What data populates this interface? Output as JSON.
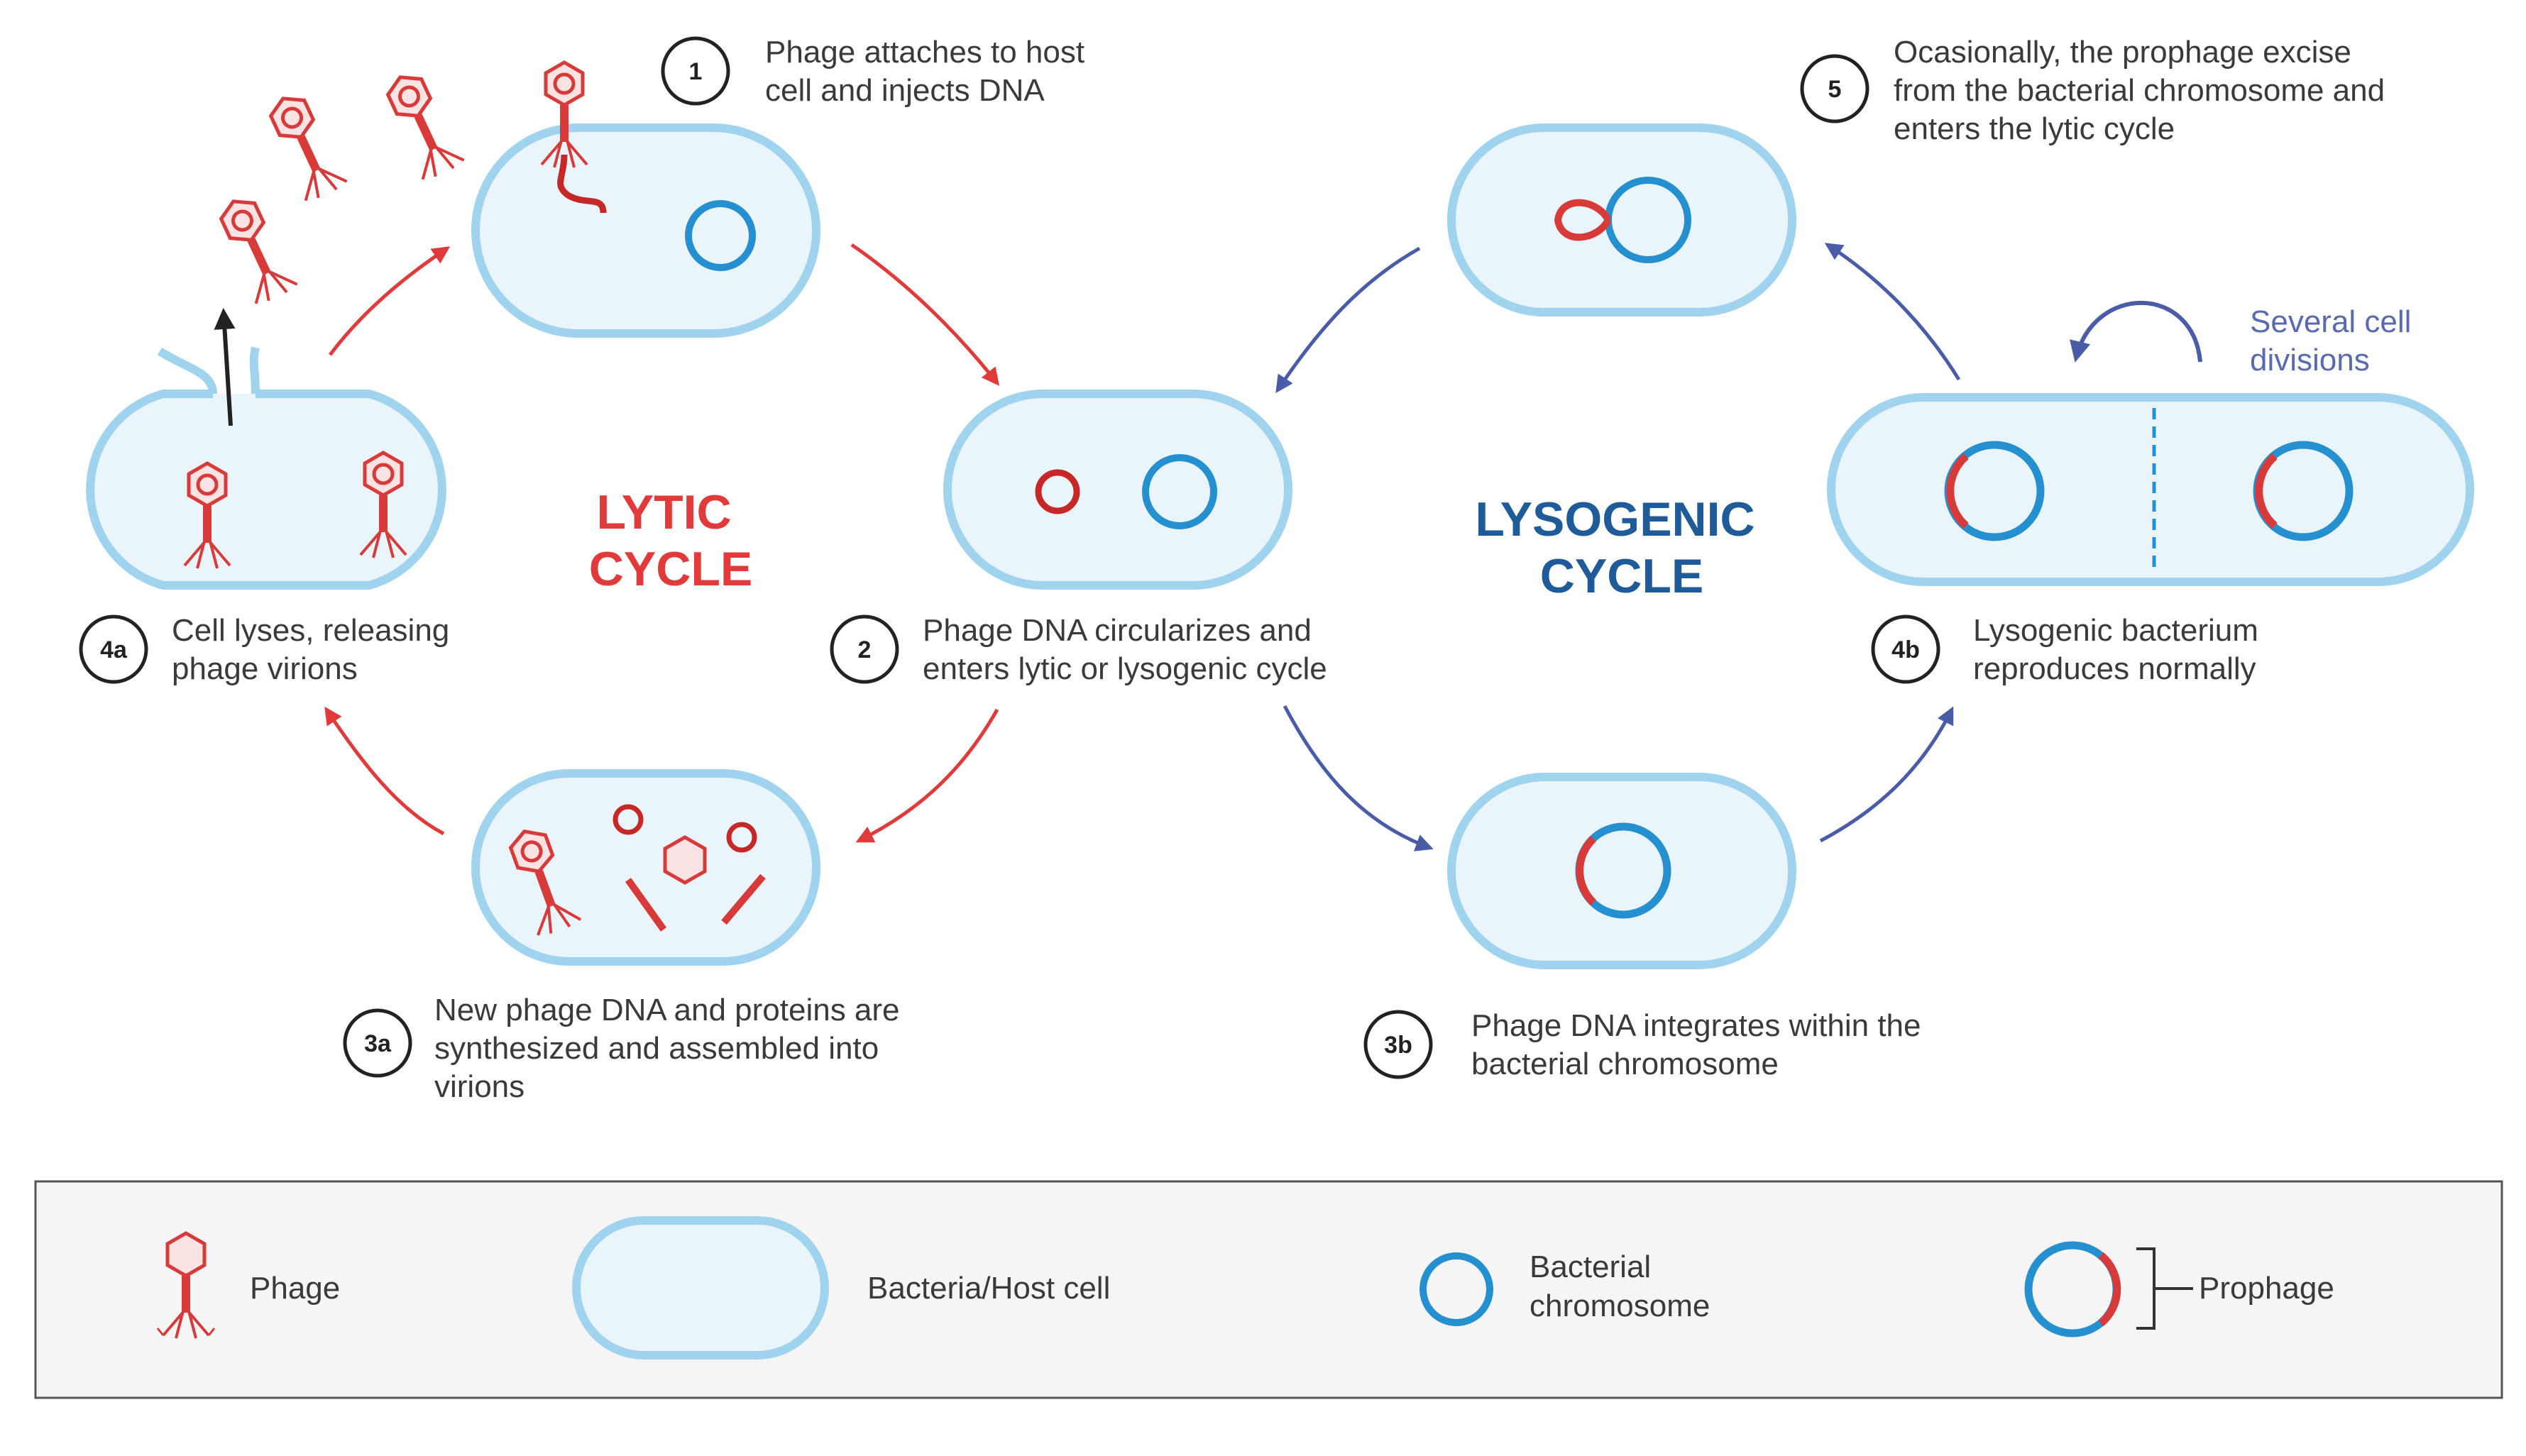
{
  "cycles": {
    "lytic": [
      "LYTIC",
      "CYCLE"
    ],
    "lysogenic": [
      "LYSOGENIC",
      "CYCLE"
    ]
  },
  "steps": {
    "s1": {
      "num": "1",
      "lines": [
        "Phage attaches to host",
        "cell and injects DNA"
      ]
    },
    "s2": {
      "num": "2",
      "lines": [
        "Phage DNA circularizes and",
        "enters lytic or lysogenic cycle"
      ]
    },
    "s3a": {
      "num": "3a",
      "lines": [
        "New phage DNA and proteins are",
        "synthesized and assembled into",
        "virions"
      ]
    },
    "s3b": {
      "num": "3b",
      "lines": [
        "Phage DNA integrates within the",
        "bacterial chromosome"
      ]
    },
    "s4a": {
      "num": "4a",
      "lines": [
        "Cell lyses, releasing",
        "phage virions"
      ]
    },
    "s4b": {
      "num": "4b",
      "lines": [
        "Lysogenic bacterium",
        "reproduces normally"
      ]
    },
    "s5": {
      "num": "5",
      "lines": [
        "Ocasionally, the prophage excise",
        "from the bacterial chromosome and",
        "enters the lytic cycle"
      ]
    }
  },
  "division_note": [
    "Several cell",
    "divisions"
  ],
  "legend": {
    "phage": "Phage",
    "host": "Bacteria/Host cell",
    "chromosome": [
      "Bacterial",
      "chromosome"
    ],
    "prophage": "Prophage"
  },
  "colors": {
    "lytic": "#e03a3a",
    "lysogenic": "#1f5a99",
    "arrow_lysogenic": "#4a5ca8",
    "cell_fill": "#eaf4fb",
    "cell_outline": "#9fd3ee",
    "chromosome": "#2590d0",
    "phage": "#d83a3a"
  }
}
